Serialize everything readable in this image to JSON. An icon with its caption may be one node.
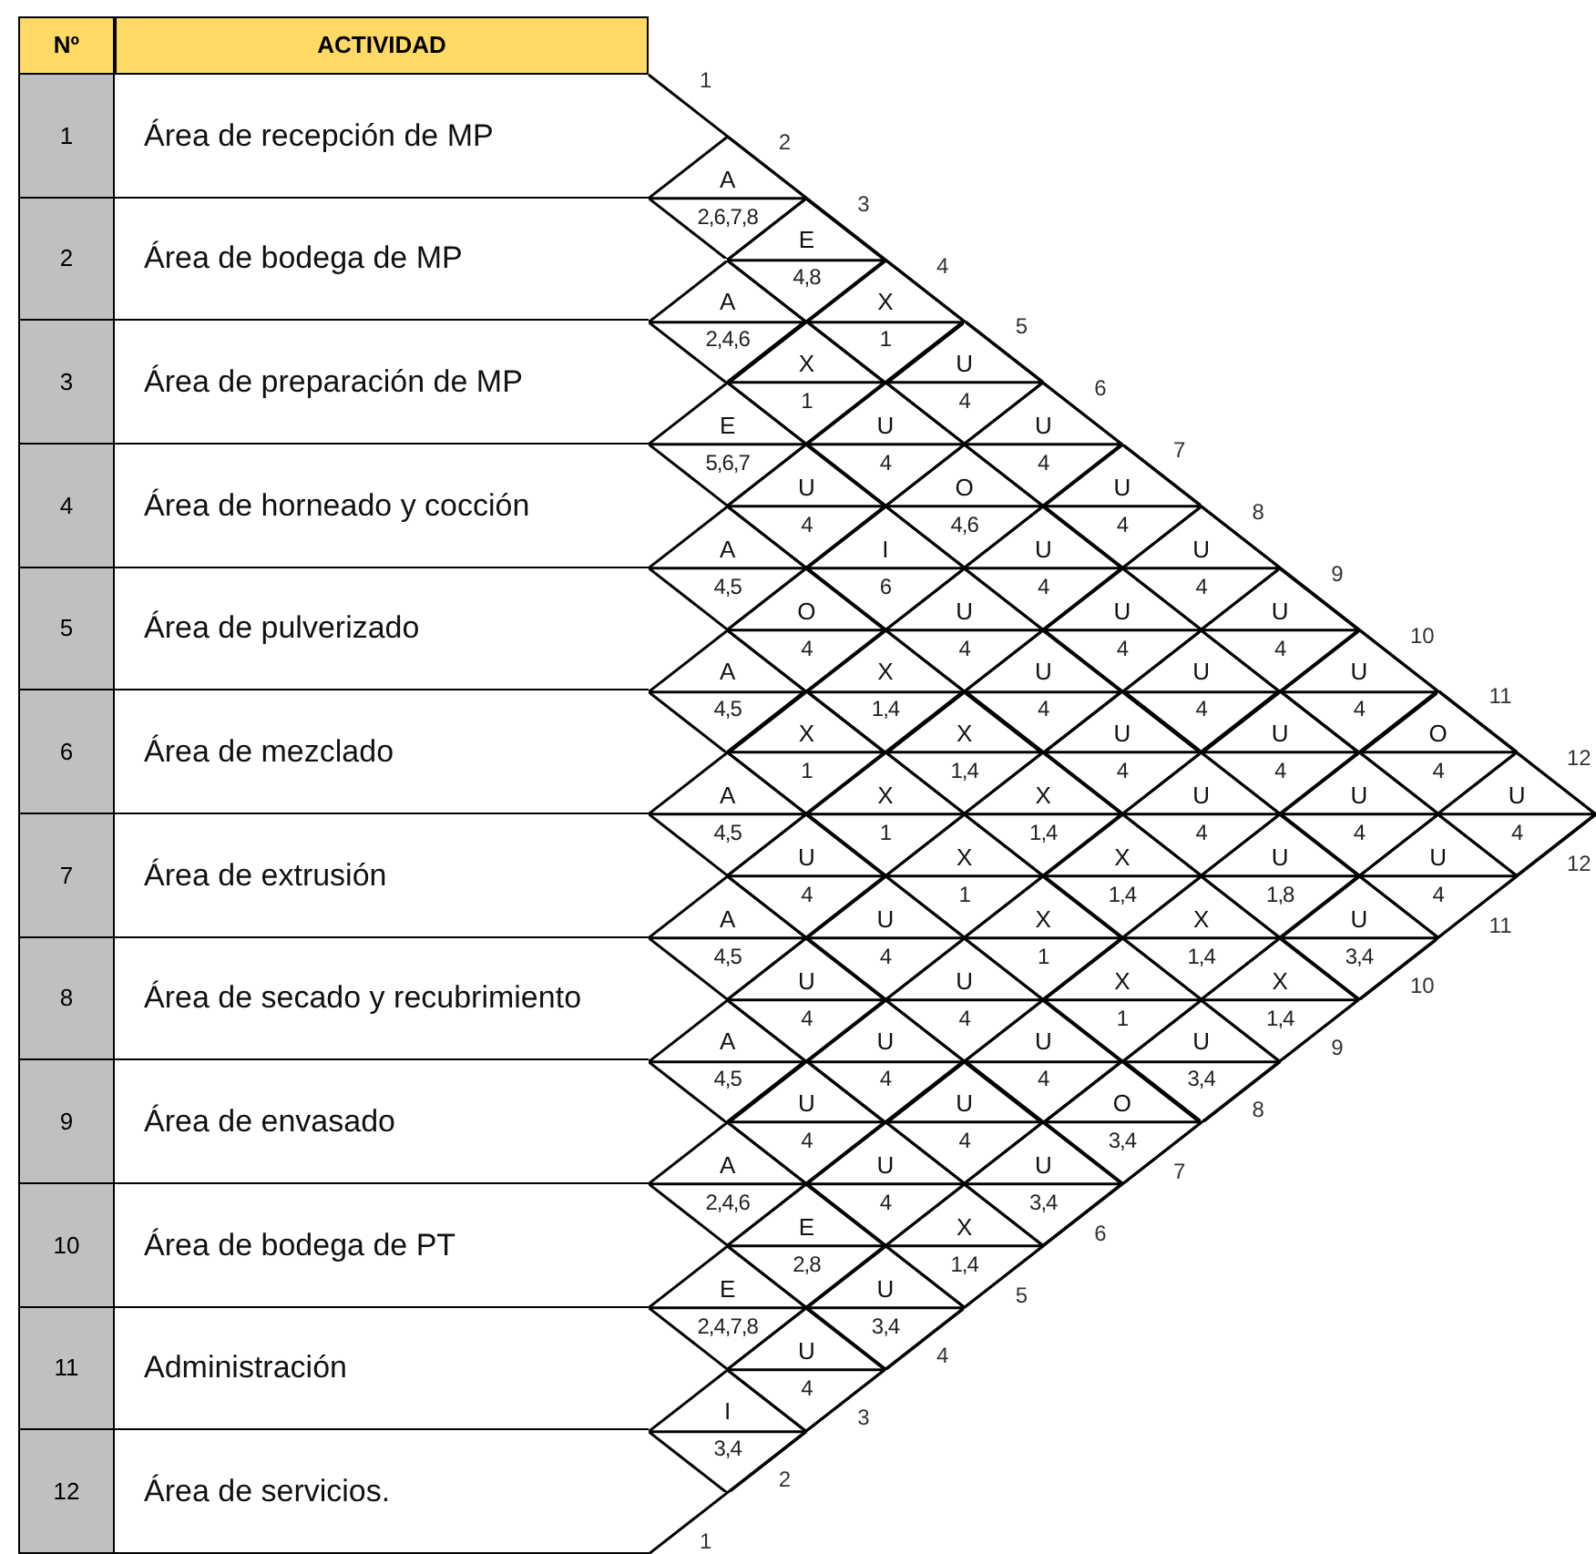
{
  "diagram": {
    "nodes": [
      {
        "text": [
          "Nº"
        ]
      },
      {
        "text": [
          "ACTIVIDAD"
        ]
      },
      {
        "text": [
          "1"
        ]
      },
      {
        "text": [
          "Área de recepción de MP"
        ]
      },
      {
        "text": [
          "2"
        ]
      },
      {
        "text": [
          "Área de bodega de MP"
        ]
      },
      {
        "text": [
          "3"
        ]
      },
      {
        "text": [
          "Área de preparación de MP"
        ]
      },
      {
        "text": [
          "4"
        ]
      },
      {
        "text": [
          "Área de horneado y cocción"
        ]
      },
      {
        "text": [
          "5"
        ]
      },
      {
        "text": [
          "Área de pulverizado"
        ]
      },
      {
        "text": [
          "6"
        ]
      },
      {
        "text": [
          "Área de mezclado"
        ]
      },
      {
        "text": [
          "7"
        ]
      },
      {
        "text": [
          "Área de extrusión"
        ]
      },
      {
        "text": [
          "8"
        ]
      },
      {
        "text": [
          "Área de secado y recubrimiento"
        ]
      },
      {
        "text": [
          "9"
        ]
      },
      {
        "text": [
          "Área de envasado"
        ]
      },
      {
        "text": [
          "10"
        ]
      },
      {
        "text": [
          "Área de bodega de PT"
        ]
      },
      {
        "text": [
          "11"
        ]
      },
      {
        "text": [
          "Administración"
        ]
      },
      {
        "text": [
          "12"
        ]
      },
      {
        "text": [
          "Área de servicios."
        ]
      },
      {
        "text": [
          "A",
          "2,6,7,8"
        ]
      },
      {
        "text": [
          "E",
          "4,8"
        ]
      },
      {
        "text": [
          "A",
          "2,4,6"
        ]
      },
      {
        "text": [
          "X",
          "1"
        ]
      },
      {
        "text": [
          "X",
          "1"
        ]
      },
      {
        "text": [
          "U",
          "4"
        ]
      },
      {
        "text": [
          "E",
          "5,6,7"
        ]
      },
      {
        "text": [
          "U",
          "4"
        ]
      },
      {
        "text": [
          "U",
          "4"
        ]
      },
      {
        "text": [
          "U",
          "4"
        ]
      },
      {
        "text": [
          "O",
          "4,6"
        ]
      },
      {
        "text": [
          "U",
          "4"
        ]
      },
      {
        "text": [
          "A",
          "4,5"
        ]
      },
      {
        "text": [
          "I",
          "6"
        ]
      },
      {
        "text": [
          "U",
          "4"
        ]
      },
      {
        "text": [
          "U",
          "4"
        ]
      },
      {
        "text": [
          "O",
          "4"
        ]
      },
      {
        "text": [
          "U",
          "4"
        ]
      },
      {
        "text": [
          "U",
          "4"
        ]
      },
      {
        "text": [
          "U",
          "4"
        ]
      },
      {
        "text": [
          "A",
          "4,5"
        ]
      },
      {
        "text": [
          "X",
          "1,4"
        ]
      },
      {
        "text": [
          "U",
          "4"
        ]
      },
      {
        "text": [
          "U",
          "4"
        ]
      },
      {
        "text": [
          "U",
          "4"
        ]
      },
      {
        "text": [
          "X",
          "1"
        ]
      },
      {
        "text": [
          "X",
          "1,4"
        ]
      },
      {
        "text": [
          "U",
          "4"
        ]
      },
      {
        "text": [
          "U",
          "4"
        ]
      },
      {
        "text": [
          "O",
          "4"
        ]
      },
      {
        "text": [
          "A",
          "4,5"
        ]
      },
      {
        "text": [
          "X",
          "1"
        ]
      },
      {
        "text": [
          "X",
          "1,4"
        ]
      },
      {
        "text": [
          "U",
          "4"
        ]
      },
      {
        "text": [
          "U",
          "4"
        ]
      },
      {
        "text": [
          "U",
          "4"
        ]
      },
      {
        "text": [
          "U",
          "4"
        ]
      },
      {
        "text": [
          "X",
          "1"
        ]
      },
      {
        "text": [
          "X",
          "1,4"
        ]
      },
      {
        "text": [
          "U",
          "1,8"
        ]
      },
      {
        "text": [
          "U",
          "4"
        ]
      },
      {
        "text": [
          "A",
          "4,5"
        ]
      },
      {
        "text": [
          "U",
          "4"
        ]
      },
      {
        "text": [
          "X",
          "1"
        ]
      },
      {
        "text": [
          "X",
          "1,4"
        ]
      },
      {
        "text": [
          "U",
          "3,4"
        ]
      },
      {
        "text": [
          "U",
          "4"
        ]
      },
      {
        "text": [
          "U",
          "4"
        ]
      },
      {
        "text": [
          "X",
          "1"
        ]
      },
      {
        "text": [
          "X",
          "1,4"
        ]
      },
      {
        "text": [
          "A",
          "4,5"
        ]
      },
      {
        "text": [
          "U",
          "4"
        ]
      },
      {
        "text": [
          "U",
          "4"
        ]
      },
      {
        "text": [
          "U",
          "3,4"
        ]
      },
      {
        "text": [
          "U",
          "4"
        ]
      },
      {
        "text": [
          "U",
          "4"
        ]
      },
      {
        "text": [
          "O",
          "3,4"
        ]
      },
      {
        "text": [
          "A",
          "2,4,6"
        ]
      },
      {
        "text": [
          "U",
          "4"
        ]
      },
      {
        "text": [
          "U",
          "3,4"
        ]
      },
      {
        "text": [
          "E",
          "2,8"
        ]
      },
      {
        "text": [
          "X",
          "1,4"
        ]
      },
      {
        "text": [
          "E",
          "2,4,7,8"
        ]
      },
      {
        "text": [
          "U",
          "3,4"
        ]
      },
      {
        "text": [
          "U",
          "4"
        ]
      },
      {
        "text": [
          "I",
          "3,4"
        ]
      }
    ],
    "labels": [
      "1",
      "2",
      "3",
      "4",
      "5",
      "6",
      "7",
      "8",
      "9",
      "10",
      "11",
      "12",
      "12",
      "11",
      "10",
      "9",
      "8",
      "7",
      "6",
      "5",
      "4",
      "3",
      "2",
      "1"
    ]
  }
}
